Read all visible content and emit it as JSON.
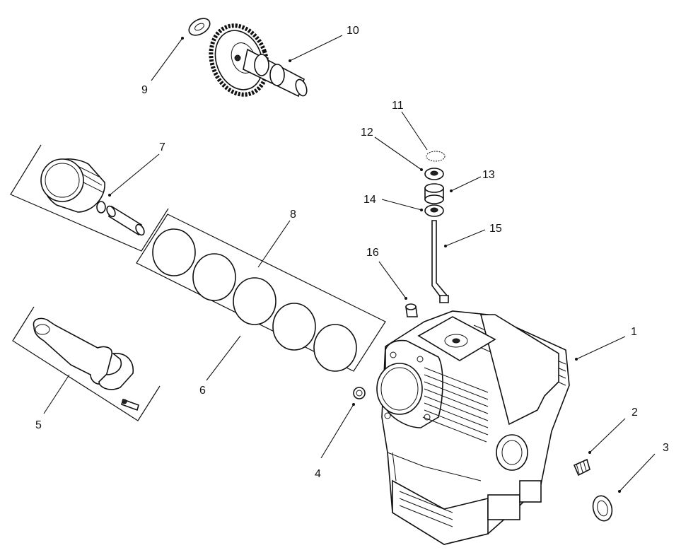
{
  "callouts": [
    {
      "id": "1",
      "text": "1"
    },
    {
      "id": "2",
      "text": "2"
    },
    {
      "id": "3",
      "text": "3"
    },
    {
      "id": "4",
      "text": "4"
    },
    {
      "id": "5",
      "text": "5"
    },
    {
      "id": "6",
      "text": "6"
    },
    {
      "id": "7",
      "text": "7"
    },
    {
      "id": "8",
      "text": "8"
    },
    {
      "id": "9",
      "text": "9"
    },
    {
      "id": "10",
      "text": "10"
    },
    {
      "id": "11",
      "text": "11"
    },
    {
      "id": "12",
      "text": "12"
    },
    {
      "id": "13",
      "text": "13"
    },
    {
      "id": "14",
      "text": "14"
    },
    {
      "id": "15",
      "text": "15"
    },
    {
      "id": "16",
      "text": "16"
    }
  ],
  "colors": {
    "ink": "#111111",
    "background": "#ffffff"
  }
}
